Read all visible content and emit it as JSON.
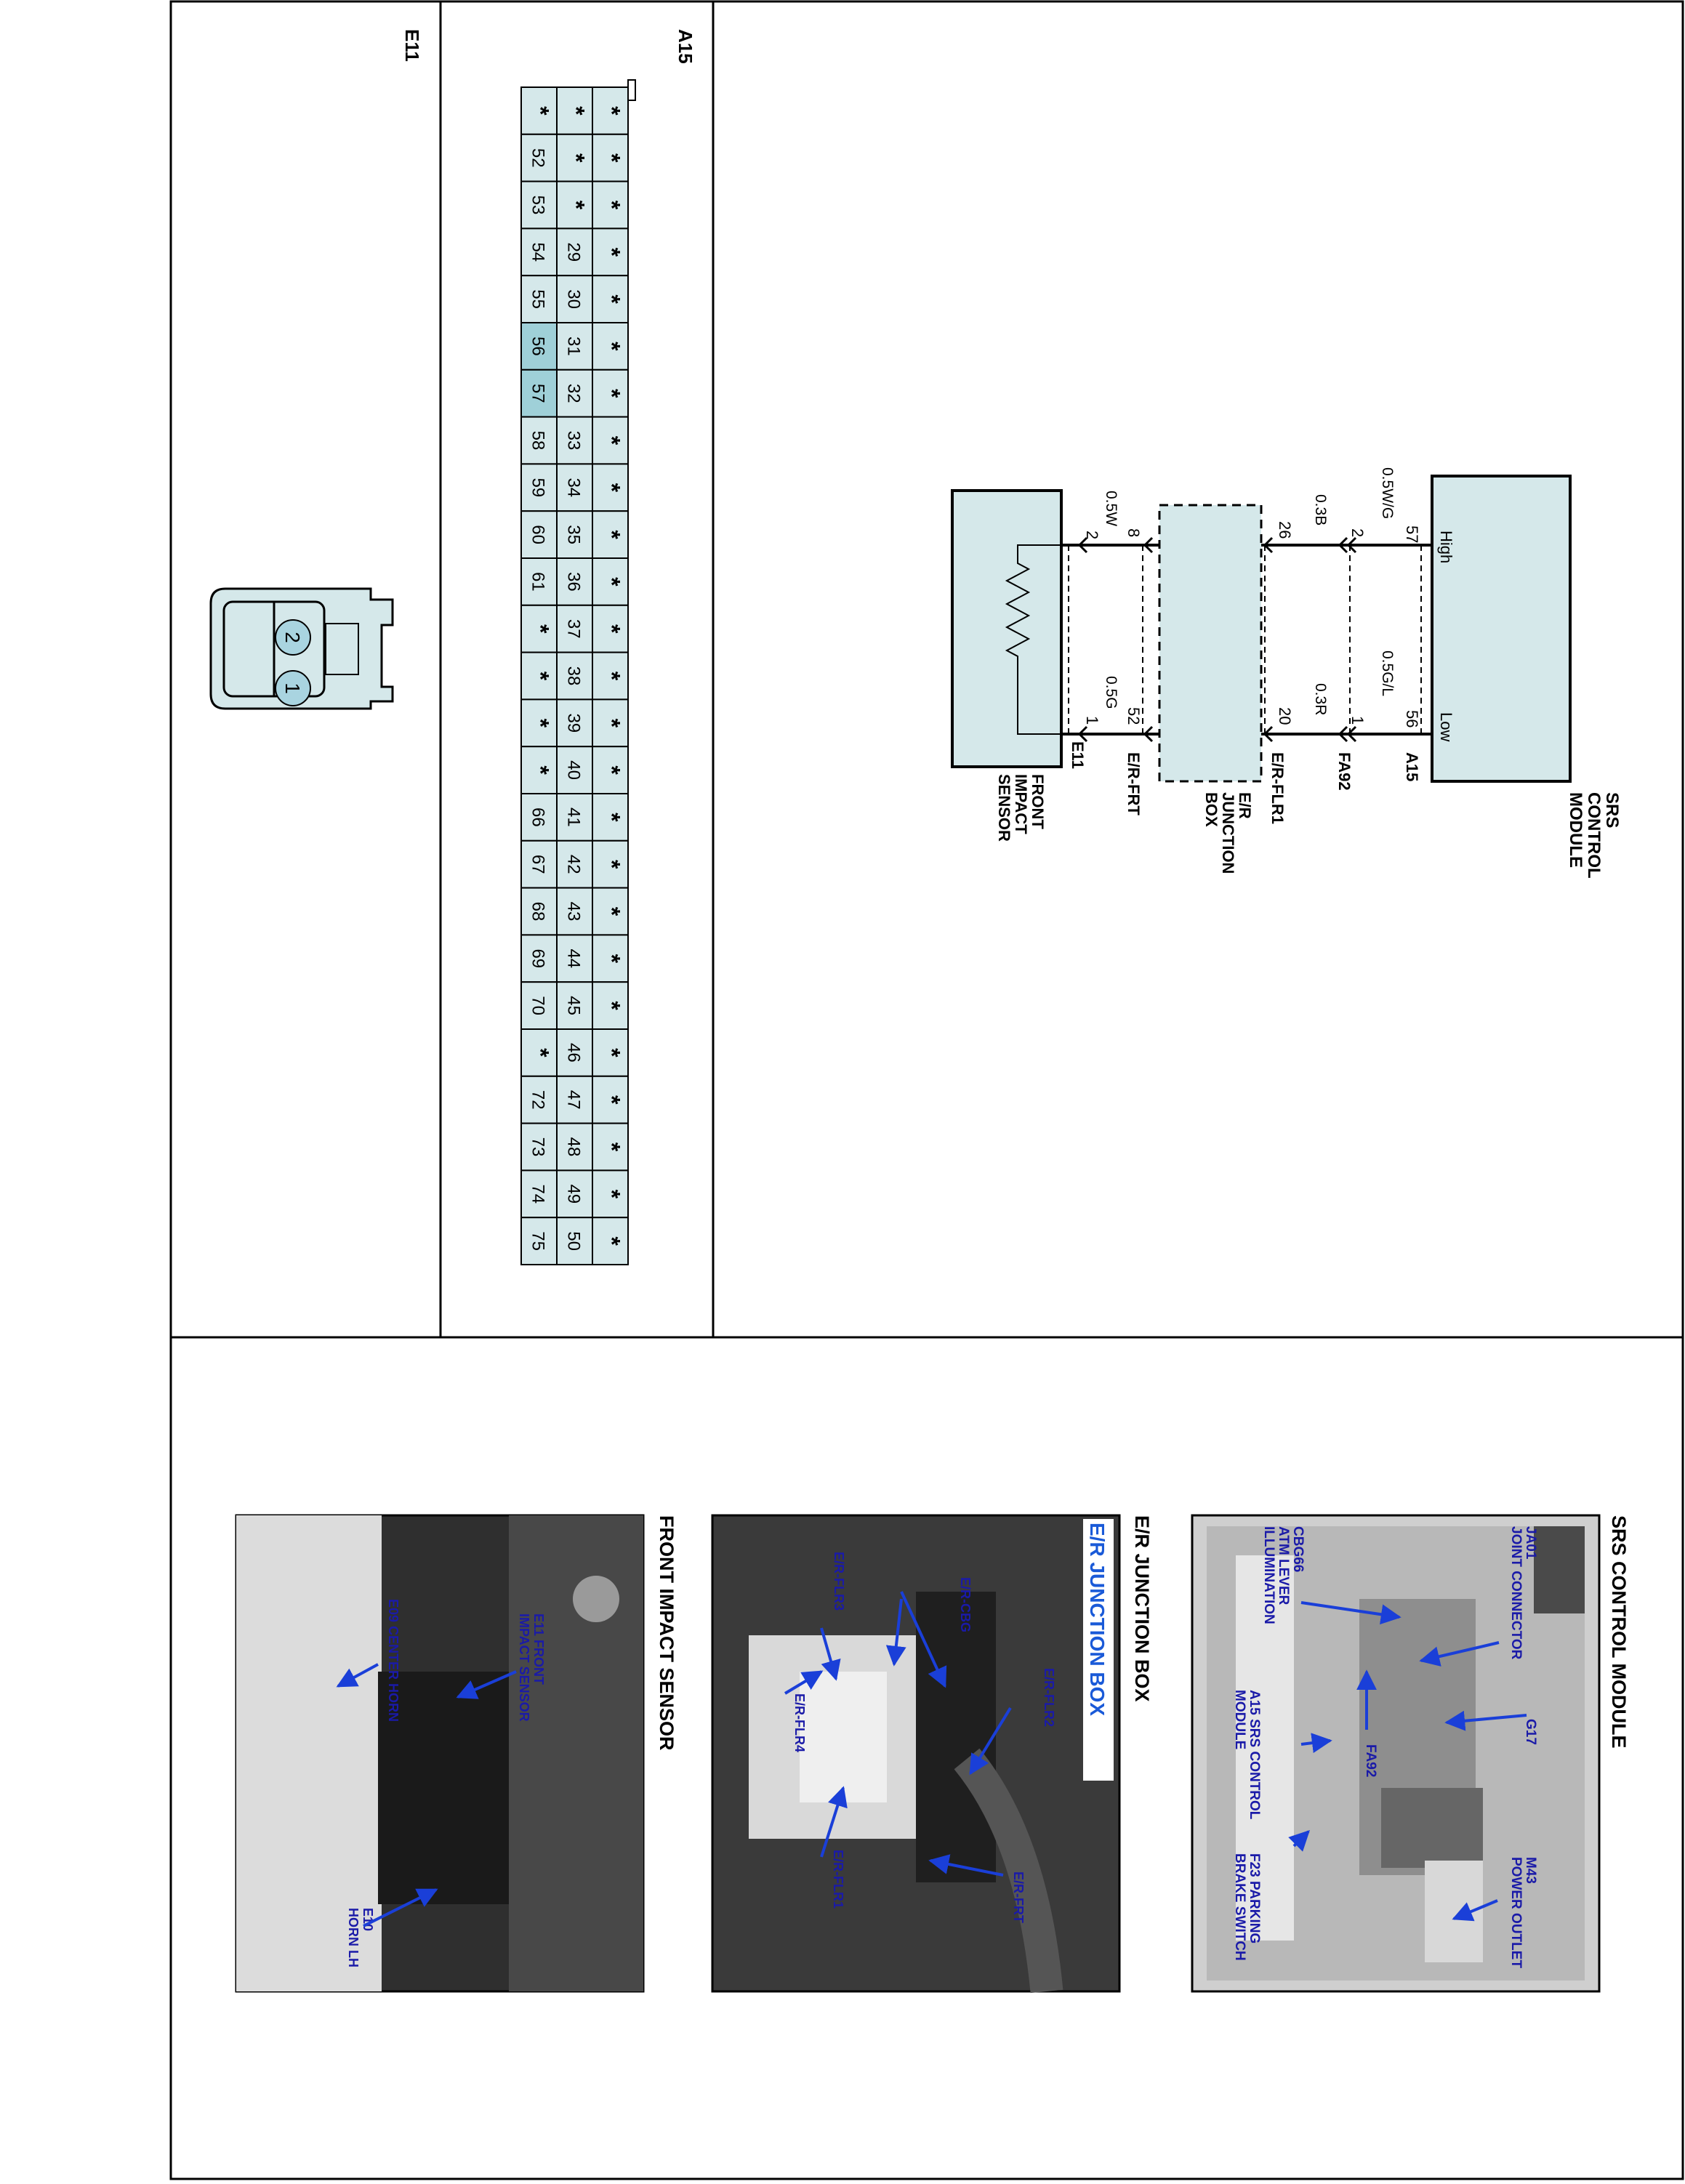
{
  "schematic": {
    "srs_module": {
      "lines": [
        "SRS",
        "CONTROL",
        "MODULE"
      ],
      "high_label": "High",
      "low_label": "Low"
    },
    "a15": {
      "label": "A15",
      "pin_high": "57",
      "pin_low": "56"
    },
    "wire_top": {
      "high": "0.5W/G",
      "low": "0.5G/L"
    },
    "fa92": {
      "label": "FA92",
      "pin_high": "2",
      "pin_low": "1"
    },
    "wire_mid": {
      "high": "0.3B",
      "low": "0.3R"
    },
    "erflr1": {
      "label": "E/R-FLR1",
      "pin_high": "26",
      "pin_low": "20"
    },
    "junction_box": {
      "lines": [
        "E/R",
        "JUNCTION",
        "BOX"
      ]
    },
    "erfrt": {
      "label": "E/R-FRT",
      "pin_high": "8",
      "pin_low": "52"
    },
    "wire_bottom": {
      "high": "0.5W",
      "low": "0.5G"
    },
    "e11": {
      "label": "E11",
      "pin_high": "2",
      "pin_low": "1"
    },
    "sensor": {
      "lines": [
        "FRONT",
        "IMPACT",
        "SENSOR"
      ]
    }
  },
  "connector_a15": {
    "title": "A15",
    "rows": [
      [
        "*",
        "*",
        "*"
      ],
      [
        "*",
        "*",
        "52"
      ],
      [
        "*",
        "*",
        "53"
      ],
      [
        "*",
        "29",
        "54"
      ],
      [
        "*",
        "30",
        "55"
      ],
      [
        "*",
        "31",
        "56"
      ],
      [
        "*",
        "32",
        "57"
      ],
      [
        "*",
        "33",
        "58"
      ],
      [
        "*",
        "34",
        "59"
      ],
      [
        "*",
        "35",
        "60"
      ],
      [
        "*",
        "36",
        "61"
      ],
      [
        "*",
        "37",
        "*"
      ],
      [
        "*",
        "38",
        "*"
      ],
      [
        "*",
        "39",
        "*"
      ],
      [
        "*",
        "40",
        "*"
      ],
      [
        "*",
        "41",
        "66"
      ],
      [
        "*",
        "42",
        "67"
      ],
      [
        "*",
        "43",
        "68"
      ],
      [
        "*",
        "44",
        "69"
      ],
      [
        "*",
        "45",
        "70"
      ],
      [
        "*",
        "46",
        "*"
      ],
      [
        "*",
        "47",
        "72"
      ],
      [
        "*",
        "48",
        "73"
      ],
      [
        "*",
        "49",
        "74"
      ],
      [
        "*",
        "50",
        "75"
      ]
    ],
    "highlighted": [
      "56",
      "57"
    ],
    "highlight_color": "#9fd0d8"
  },
  "connector_e11": {
    "title": "E11",
    "pins": [
      "2",
      "1"
    ],
    "pin_color": "#a9d4e0"
  },
  "photos": {
    "srs": {
      "title": "SRS CONTROL MODULE",
      "callouts": {
        "ja01": [
          "JA01",
          "JOINT CONNECTOR"
        ],
        "cbg66": [
          "CBG66",
          "ATM LEVER",
          "ILLUMINATION"
        ],
        "a15": [
          "A15 SRS CONTROL",
          "MODULE"
        ],
        "fa92": [
          "FA92"
        ],
        "g17": [
          "G17"
        ],
        "f23": [
          "F23 PARKING",
          "BRAKE SWITCH"
        ],
        "m43": [
          "M43",
          "POWER OUTLET"
        ]
      }
    },
    "junction": {
      "title": "E/R JUNCTION BOX",
      "banner": "E/R JUNCTION BOX",
      "callouts": {
        "cbg": "E/R-CBG",
        "flr3": "E/R-FLR3",
        "flr4": "E/R-FLR4",
        "flr2": "E/R-FLR2",
        "flr1": "E/R-FLR1",
        "frt": "E/R-FRT"
      }
    },
    "sensor": {
      "title": "FRONT IMPACT SENSOR",
      "callouts": {
        "e09": [
          "E09 CENTER HORN"
        ],
        "e11": [
          "E11 FRONT",
          "IMPACT SENSOR"
        ],
        "e10": [
          "E10",
          "HORN LH"
        ]
      }
    }
  },
  "colors": {
    "module_fill": "#d5e8ea",
    "callout_text": "#1a1aa8",
    "arrow": "#1a3fd8",
    "banner_text": "#1a5ad8"
  }
}
